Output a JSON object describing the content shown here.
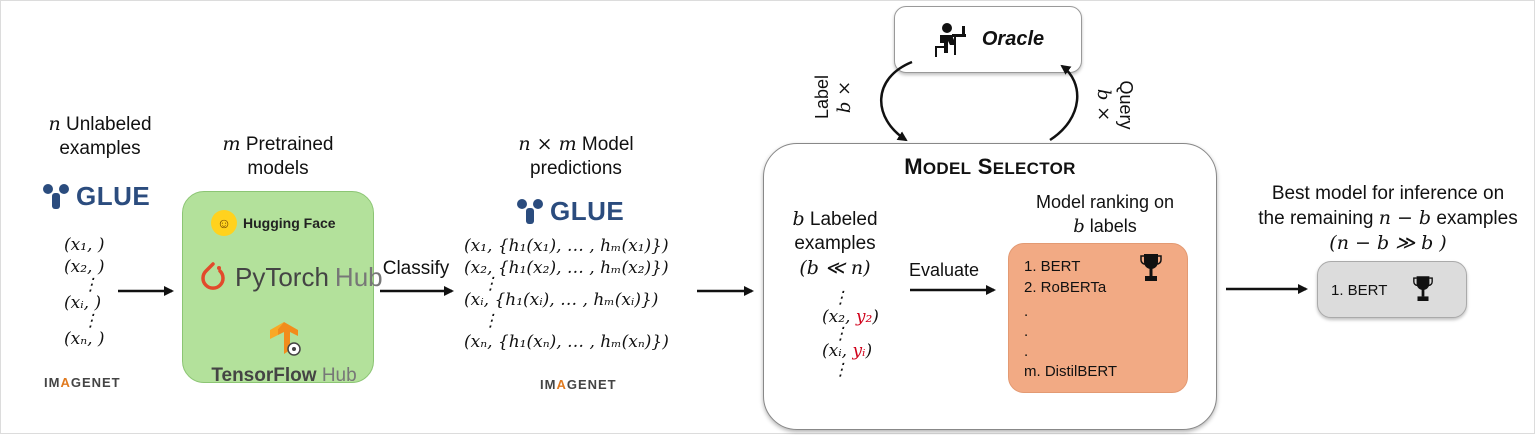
{
  "unlabeled": {
    "line1_var": "n",
    "line1_text": "Unlabeled",
    "line2": "examples",
    "items": [
      "(x₁, )",
      "(x₂, )",
      "⋮",
      "(xᵢ, )",
      "⋮",
      "(xₙ, )"
    ]
  },
  "pretrained": {
    "line1_var": "m",
    "line1_text": "Pretrained",
    "line2": "models",
    "hugging_face": "Hugging Face",
    "pytorch": "PyTorch",
    "pytorch_hub": "Hub",
    "tensorflow": "TensorFlow",
    "tensorflow_hub": "Hub"
  },
  "logos": {
    "glue": "GLUE",
    "imagenet_a": "IM",
    "imagenet_b": "A",
    "imagenet_c": "GENET"
  },
  "classify_label": "Classify",
  "predictions": {
    "line1_math": "n × m",
    "line1_text": "Model",
    "line2": "predictions",
    "rows": [
      "(x₁, {h₁(x₁), … , hₘ(x₁)})",
      "(x₂, {h₁(x₂), … , hₘ(x₂)})",
      "(xᵢ, {h₁(xᵢ), … , hₘ(xᵢ)})",
      "(xₙ, {h₁(xₙ), … , hₘ(xₙ)})"
    ],
    "dots": "⋮"
  },
  "oracle": {
    "label": "Oracle"
  },
  "label_arrow": {
    "word": "Label",
    "math": "b ×"
  },
  "query_arrow": {
    "word": "Query",
    "math": "b ×"
  },
  "selector": {
    "title_big_m": "M",
    "title_odel": "ODEL",
    "title_big_s": "S",
    "title_elector": "ELECTOR",
    "labeled_var": "b",
    "labeled_line1": "Labeled",
    "labeled_line2": "examples",
    "labeled_line3": "(b ≪ n)",
    "pairs": [
      {
        "x": "(x₂, ",
        "y": "y₂",
        "close": ")"
      },
      {
        "x": "(xᵢ, ",
        "y": "yᵢ",
        "close": ")"
      }
    ],
    "dots": "⋮",
    "evaluate": "Evaluate",
    "ranking_title1": "Model ranking on",
    "ranking_title2_var": "b",
    "ranking_title2": "labels",
    "ranking": [
      "1.   BERT",
      "2.   RoBERTa",
      ".",
      ".",
      ".",
      "m.  DistilBERT"
    ]
  },
  "best": {
    "line1": "Best model for inference on",
    "line2_a": "the remaining",
    "line2_math": "n − b",
    "line2_b": "examples",
    "line3": "(n − b ≫ b )",
    "box_text": "1.   BERT"
  },
  "colors": {
    "models_box": "#b3e19b",
    "ranking_box": "#f2aa84",
    "best_box": "#dcdcdc",
    "highlight": "#d0021b",
    "glue": "#2b4c7e"
  }
}
